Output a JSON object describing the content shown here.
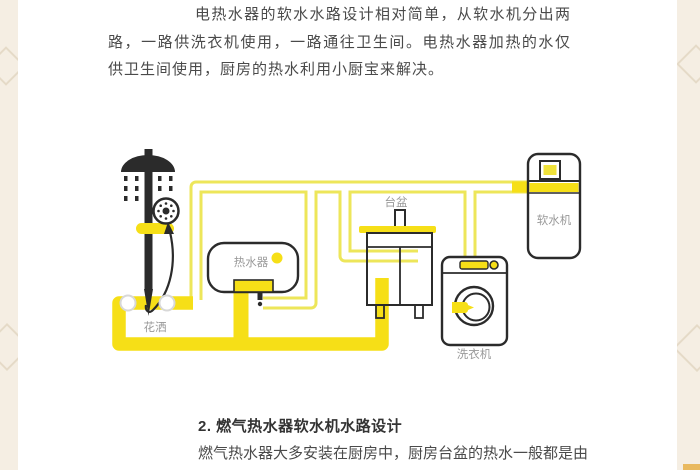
{
  "page": {
    "background": "#ffffff",
    "margin_beige": "#f5eee3",
    "chevron_color": "#e5dac7",
    "text_color": "#4a4a4a",
    "accent_yellow": "#f6df17",
    "pipe_outline_yellow": "#ede65a",
    "label_gray": "#999999"
  },
  "article": {
    "paragraph_top": "电热水器的软水水路设计相对简单，从软水机分出两路，一路供洗衣机使用，一路通往卫生间。电热水器加热的水仅供卫生间使用，厨房的热水利用小厨宝来解决。",
    "section_heading": "2. 燃气热水器软水机水路设计",
    "paragraph_bottom": "燃气热水器大多安装在厨房中，厨房台盆的热水一般都是由"
  },
  "diagram": {
    "labels": {
      "shower": "花洒",
      "water_heater": "热水器",
      "sink": "台盆",
      "washing_machine": "洗衣机",
      "water_softener": "软水机"
    }
  }
}
